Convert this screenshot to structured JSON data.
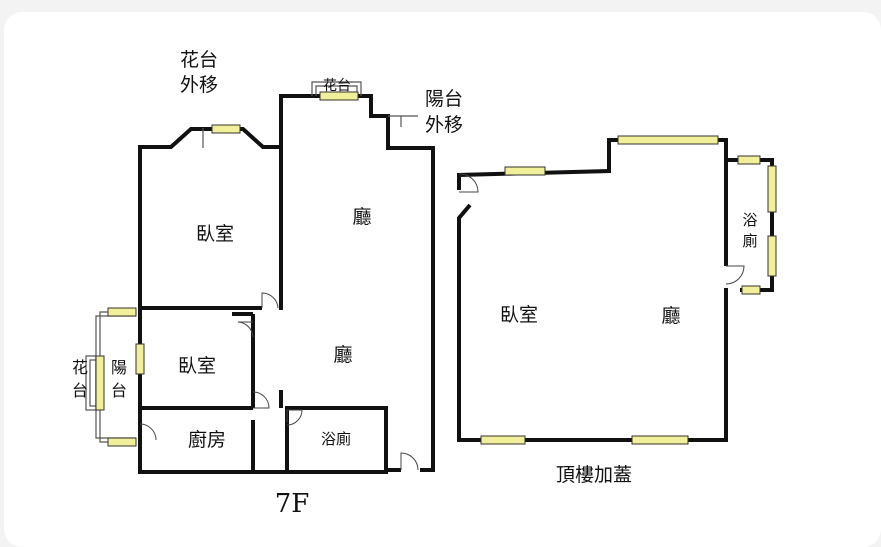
{
  "labels": {
    "balcony_planter_note": [
      "花台",
      "外移"
    ],
    "top_planter": "花台",
    "balcony_move_note": [
      "陽台",
      "外移"
    ],
    "bedroom_upper": "臥室",
    "living_upper": "廳",
    "bedroom_small": "臥室",
    "living_lower": "廳",
    "balcony_left": [
      "陽",
      "台"
    ],
    "planter_left": [
      "花",
      "台"
    ],
    "kitchen": "廚房",
    "bathroom_main": "浴廁",
    "floor_label": "7F",
    "bathroom_roof": [
      "浴",
      "廁"
    ],
    "bedroom_roof": "臥室",
    "living_roof": "廳",
    "roof_addition_label": "頂樓加蓋"
  },
  "colors": {
    "wall": "#111111",
    "window_fill": "#f2ef9a",
    "background": "#ffffff"
  }
}
